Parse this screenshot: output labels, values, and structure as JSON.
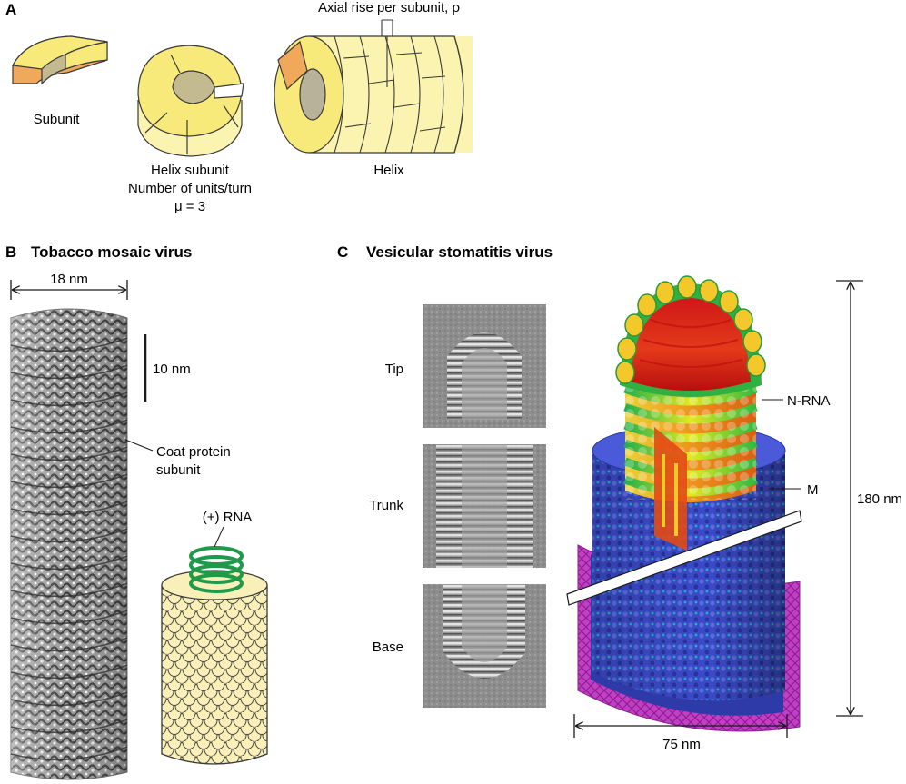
{
  "panel_a": {
    "letter": "A",
    "subunit_label": "Subunit",
    "helix_subunit_line1": "Helix subunit",
    "helix_subunit_line2": "Number of units/turn",
    "helix_subunit_line3": "μ = 3",
    "helix_label": "Helix",
    "axial_rise_label": "Axial rise per subunit, ρ"
  },
  "panel_b": {
    "letter": "B",
    "title": "Tobacco mosaic virus",
    "width_label": "18 nm",
    "scale_label": "10 nm",
    "coat_line1": "Coat protein",
    "coat_line2": "subunit",
    "rna_label": "(+) RNA"
  },
  "panel_c": {
    "letter": "C",
    "title": "Vesicular stomatitis virus",
    "tip_label": "Tip",
    "trunk_label": "Trunk",
    "base_label": "Base",
    "nrna_label": "N-RNA",
    "m_label": "M",
    "height_label": "180 nm",
    "width_label": "75 nm"
  },
  "colors": {
    "subunit_yellow": "#f7ea7a",
    "subunit_orange": "#f0a85a",
    "helix_pale": "#fbf3b0",
    "inner_gray": "#b8b29a",
    "rna_green": "#1e9a4a",
    "coat_cream": "#f8f0b8",
    "vsv_blue": "#3a48c8",
    "vsv_magenta": "#c040c0"
  }
}
